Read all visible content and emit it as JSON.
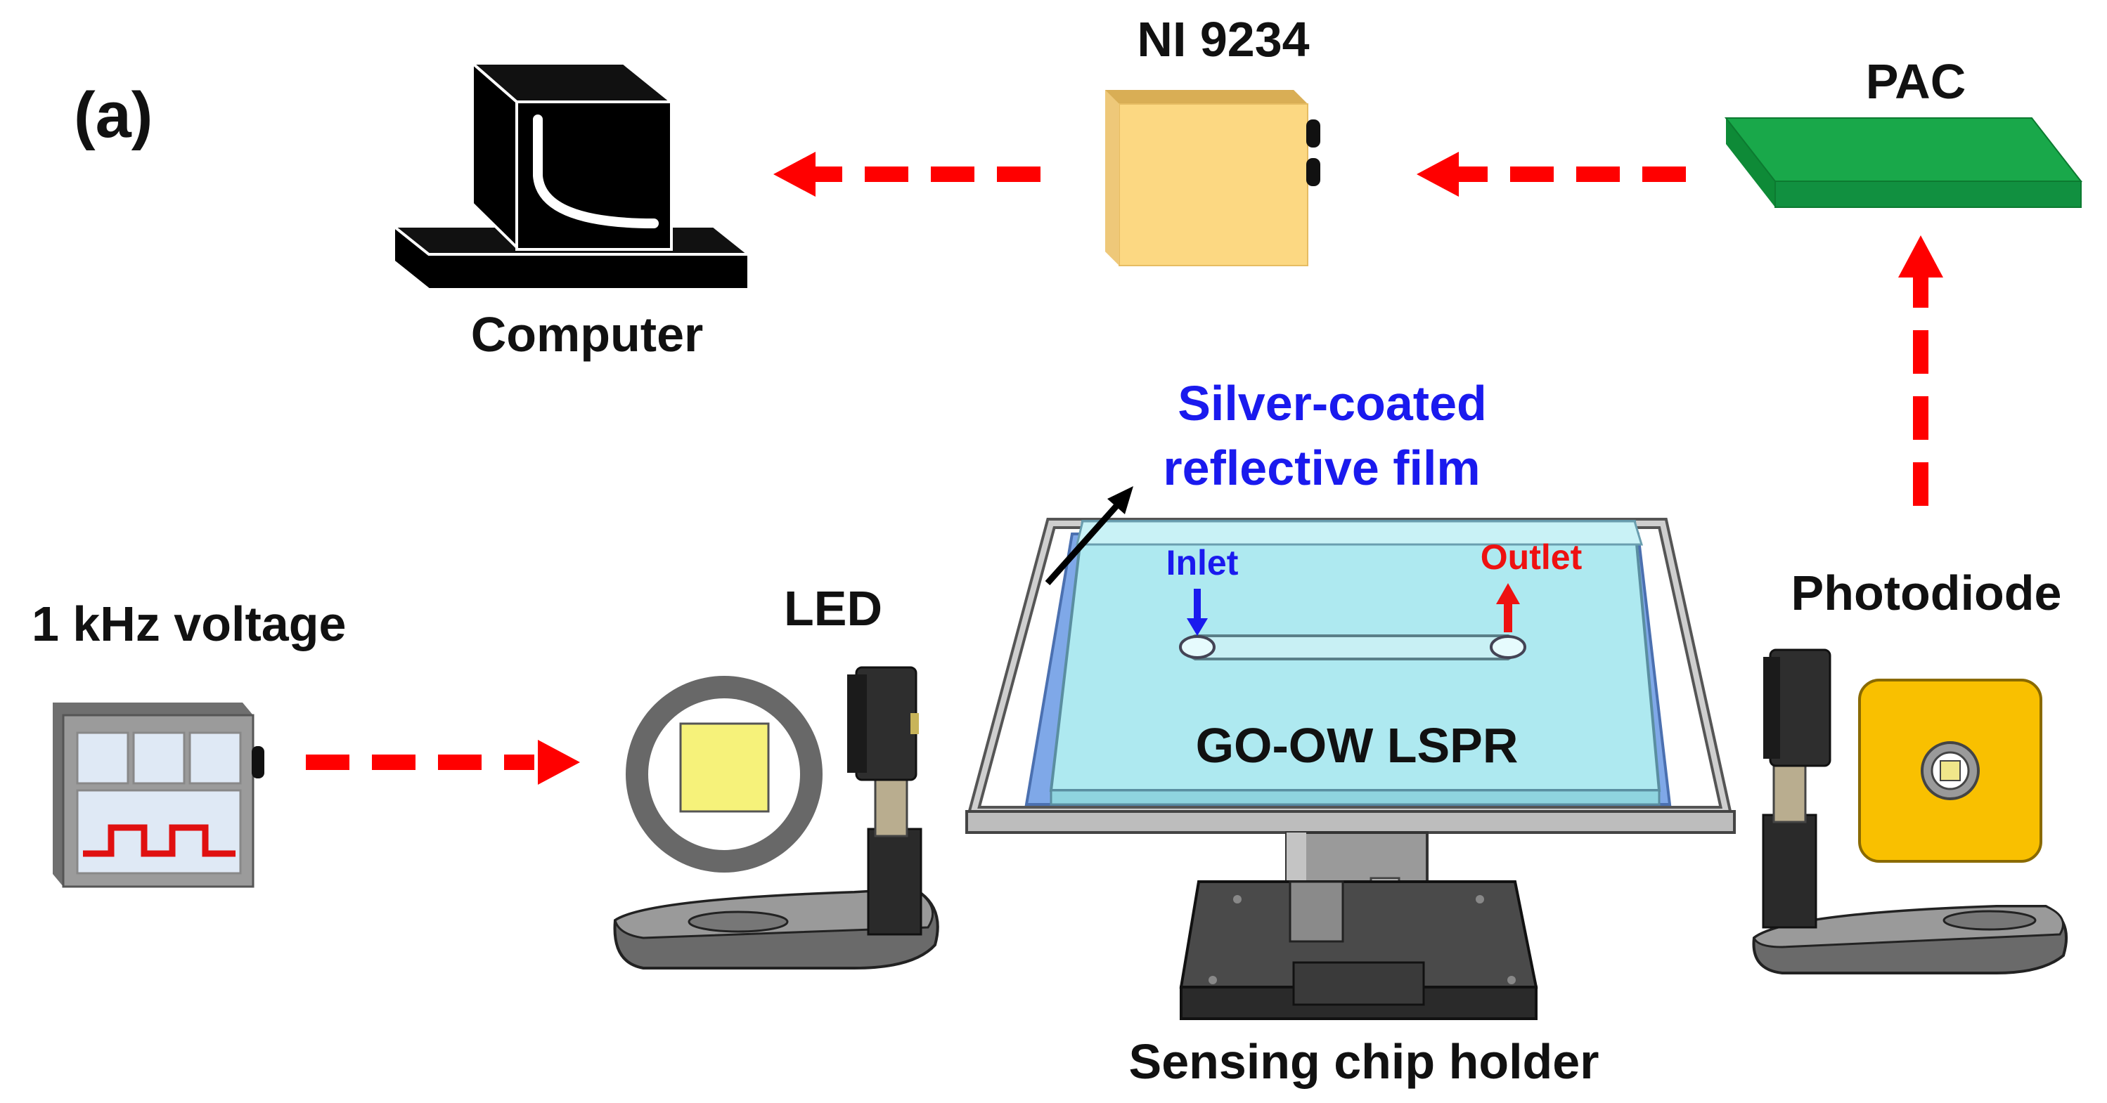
{
  "figure": {
    "panel_label": "(a)",
    "labels": {
      "computer": "Computer",
      "ni": "NI 9234",
      "pac": "PAC",
      "voltage": "1 kHz voltage",
      "led": "LED",
      "photodiode": "Photodiode",
      "film_line1": "Silver-coated",
      "film_line2": "reflective film",
      "inlet": "Inlet",
      "outlet": "Outlet",
      "chip": "GO-OW LSPR",
      "holder": "Sensing chip holder"
    },
    "colors": {
      "signal_arrow": "#ff0000",
      "film_label": "#1a1aee",
      "inlet": "#1a1aee",
      "outlet": "#ee1111",
      "pac_board": "#19a84a",
      "ni_module": "#fcd882",
      "chip_glass": "#aee9f0",
      "photodiode_plate": "#f9c000",
      "led_square": "#f6f27a",
      "metal_gray": "#8e8e8e"
    },
    "signal_path": [
      "1 kHz voltage",
      "LED",
      "GO-OW LSPR",
      "Photodiode",
      "PAC",
      "NI 9234",
      "Computer"
    ]
  }
}
